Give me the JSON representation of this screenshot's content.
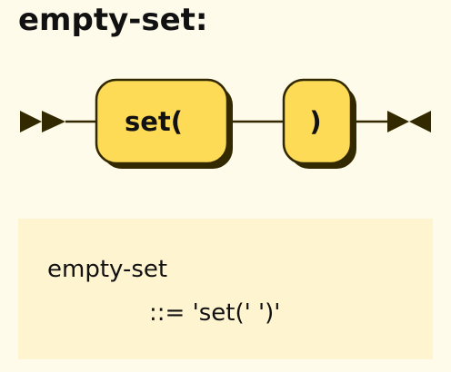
{
  "rule": {
    "title": "empty-set:"
  },
  "diagram": {
    "terminals": [
      {
        "label": "set("
      },
      {
        "label": ")"
      }
    ],
    "colors": {
      "background": "#fffbeb",
      "terminal_fill": "#fedb56",
      "terminal_shadow": "#332900",
      "line": "#332900",
      "marker": "#332900"
    }
  },
  "ebnf": {
    "name": "empty-set",
    "definition": "::= 'set(' ')'"
  }
}
